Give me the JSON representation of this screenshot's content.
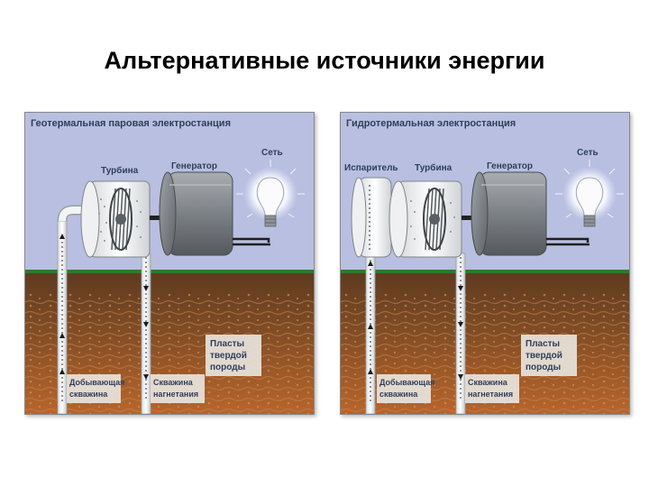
{
  "slide_title": "Альтернативные источники энергии",
  "colors": {
    "sky": "#b9bfe0",
    "ground_top": "#6b4424",
    "ground_bottom": "#b2622e",
    "grass": "#2c7a2c",
    "generator": "#7d8286",
    "label_box": "#e8e4dc",
    "text": "#2f3f5a"
  },
  "left_panel": {
    "title": "Геотермальная паровая электростанция",
    "turbine": "Турбина",
    "generator": "Генератор",
    "network": "Сеть",
    "layers": [
      "Пласты",
      "твердой",
      "породы"
    ],
    "production_well": [
      "Добывающая",
      "скважина"
    ],
    "injection_well": [
      "Скважина",
      "нагнетания"
    ]
  },
  "right_panel": {
    "title": "Гидротермальная электростанция",
    "evaporator": "Испаритель",
    "turbine": "Турбина",
    "generator": "Генератор",
    "network": "Сеть",
    "layers": [
      "Пласты",
      "твердой",
      "породы"
    ],
    "production_well": [
      "Добывающая",
      "скважина"
    ],
    "injection_well": [
      "Скважина",
      "нагнетания"
    ]
  }
}
